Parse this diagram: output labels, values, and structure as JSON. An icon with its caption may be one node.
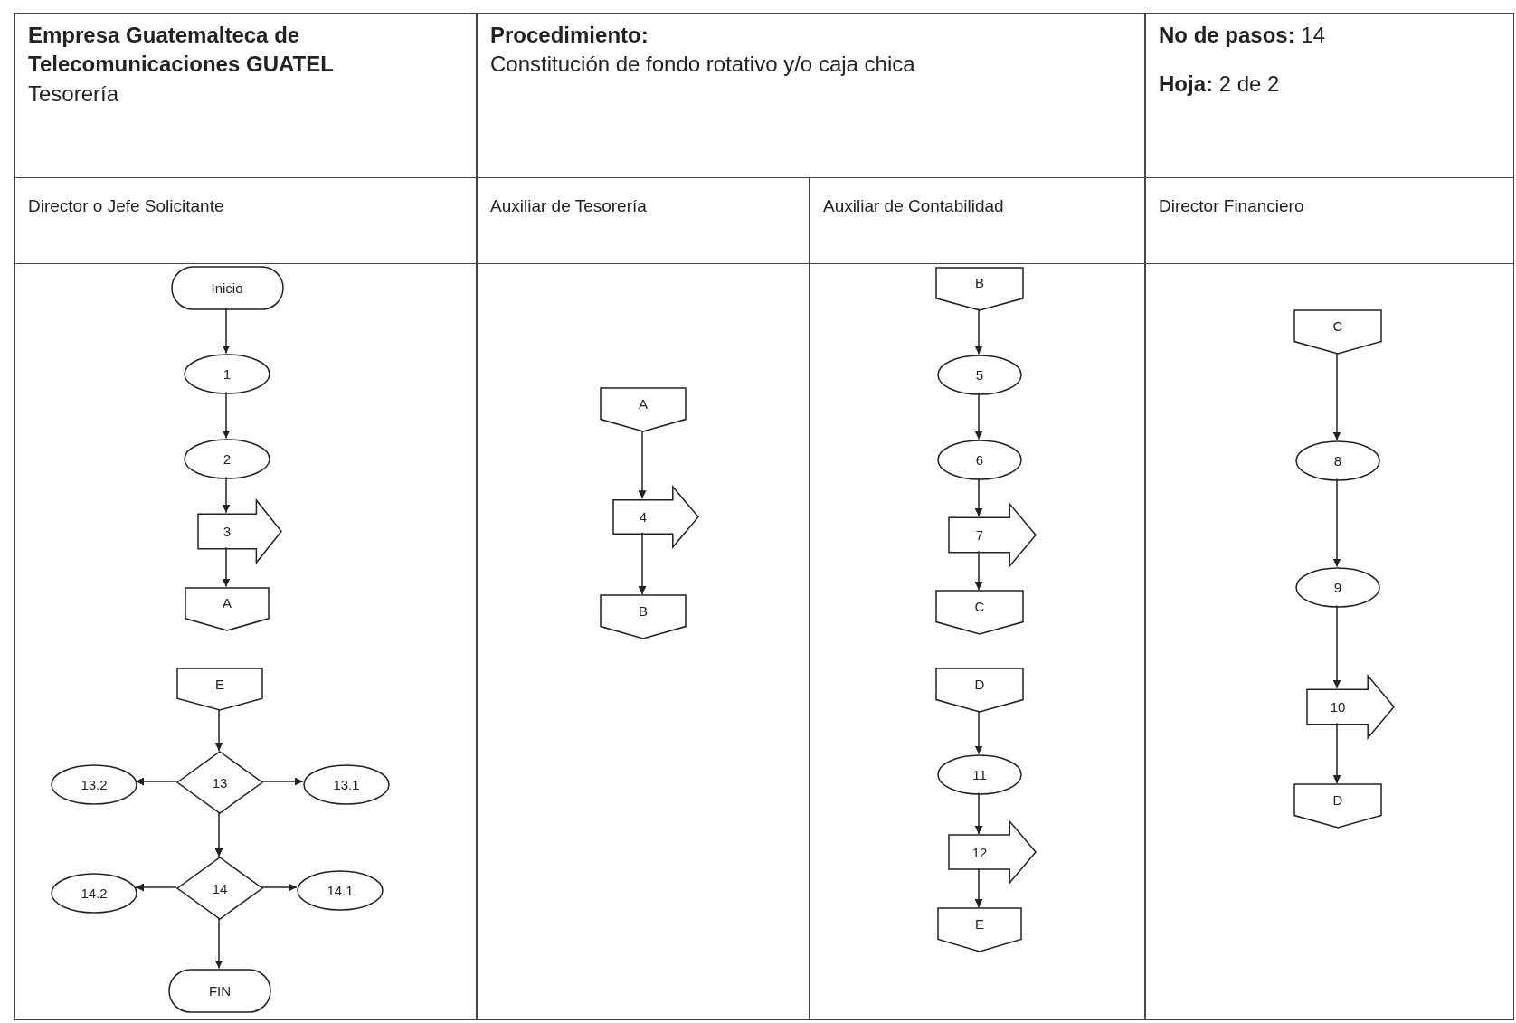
{
  "diagram": {
    "nodes": [
      {
        "text": [
          "Empresa Guatemalteca de Telecomunicaciones GUATEL",
          "Tesorería"
        ]
      },
      {
        "text": [
          "Procedimiento:",
          "Constitución de fondo rotativo y/o caja chica"
        ]
      },
      {
        "text": [
          "**No de pasos:** 14",
          "**Hoja:** 2 de 2"
        ]
      },
      {
        "text": [
          "Director o Jefe Solicitante"
        ]
      },
      {
        "text": [
          "Auxiliar de Tesorería"
        ]
      },
      {
        "text": [
          "Auxiliar de Contabilidad"
        ]
      },
      {
        "text": [
          "Director Financiero"
        ]
      },
      {
        "text": [
          "Inicio"
        ],
        "in": 3
      },
      {
        "text": [
          "1"
        ],
        "in": 3
      },
      {
        "text": [
          "2"
        ],
        "in": 3
      },
      {
        "text": [
          "3"
        ],
        "in": 3
      },
      {
        "text": [
          "A"
        ],
        "in": 3
      },
      {
        "text": [
          "E"
        ],
        "in": 3
      },
      {
        "text": [
          "13"
        ],
        "in": 3
      },
      {
        "text": [
          "13.2"
        ],
        "in": 3
      },
      {
        "text": [
          "13.1"
        ],
        "in": 3
      },
      {
        "text": [
          "14"
        ],
        "in": 3
      },
      {
        "text": [
          "14.2"
        ],
        "in": 3
      },
      {
        "text": [
          "14.1"
        ],
        "in": 3
      },
      {
        "text": [
          "FIN"
        ],
        "in": 3
      },
      {
        "text": [
          "A"
        ],
        "in": 4
      },
      {
        "text": [
          "4"
        ],
        "in": 4
      },
      {
        "text": [
          "B"
        ],
        "in": 4
      },
      {
        "text": [
          "B"
        ],
        "in": 5
      },
      {
        "text": [
          "5"
        ],
        "in": 5
      },
      {
        "text": [
          "6"
        ],
        "in": 5
      },
      {
        "text": [
          "7"
        ],
        "in": 5
      },
      {
        "text": [
          "C"
        ],
        "in": 5
      },
      {
        "text": [
          "D"
        ],
        "in": 5
      },
      {
        "text": [
          "11"
        ],
        "in": 5
      },
      {
        "text": [
          "12"
        ],
        "in": 5
      },
      {
        "text": [
          "E"
        ],
        "in": 5
      },
      {
        "text": [
          "C"
        ],
        "in": 6
      },
      {
        "text": [
          "8"
        ],
        "in": 6
      },
      {
        "text": [
          "9"
        ],
        "in": 6
      },
      {
        "text": [
          "10"
        ],
        "in": 6
      },
      {
        "text": [
          "D"
        ],
        "in": 6
      }
    ],
    "edges": [
      {
        "from": 7,
        "to": 8,
        "arrow": "to"
      },
      {
        "from": 8,
        "to": 9,
        "arrow": "to"
      },
      {
        "from": 9,
        "to": 10,
        "arrow": "to"
      },
      {
        "from": 10,
        "to": 11,
        "arrow": "to"
      },
      {
        "from": 12,
        "to": 13,
        "arrow": "to"
      },
      {
        "from": 13,
        "to": 14,
        "arrow": "to"
      },
      {
        "from": 13,
        "to": 15,
        "arrow": "to"
      },
      {
        "from": 13,
        "to": 16,
        "arrow": "to"
      },
      {
        "from": 16,
        "to": 17,
        "arrow": "to"
      },
      {
        "from": 16,
        "to": 18,
        "arrow": "to"
      },
      {
        "from": 16,
        "to": 19,
        "arrow": "to"
      },
      {
        "from": 20,
        "to": 21,
        "arrow": "to"
      },
      {
        "from": 21,
        "to": 22,
        "arrow": "to"
      },
      {
        "from": 23,
        "to": 24,
        "arrow": "to"
      },
      {
        "from": 24,
        "to": 25,
        "arrow": "to"
      },
      {
        "from": 25,
        "to": 26,
        "arrow": "to"
      },
      {
        "from": 26,
        "to": 27,
        "arrow": "to"
      },
      {
        "from": 28,
        "to": 29,
        "arrow": "to"
      },
      {
        "from": 29,
        "to": 30,
        "arrow": "to"
      },
      {
        "from": 30,
        "to": 31,
        "arrow": "to"
      },
      {
        "from": 32,
        "to": 33,
        "arrow": "to"
      },
      {
        "from": 33,
        "to": 34,
        "arrow": "to"
      },
      {
        "from": 34,
        "to": 35,
        "arrow": "to"
      },
      {
        "from": 35,
        "to": 36,
        "arrow": "to"
      }
    ]
  }
}
